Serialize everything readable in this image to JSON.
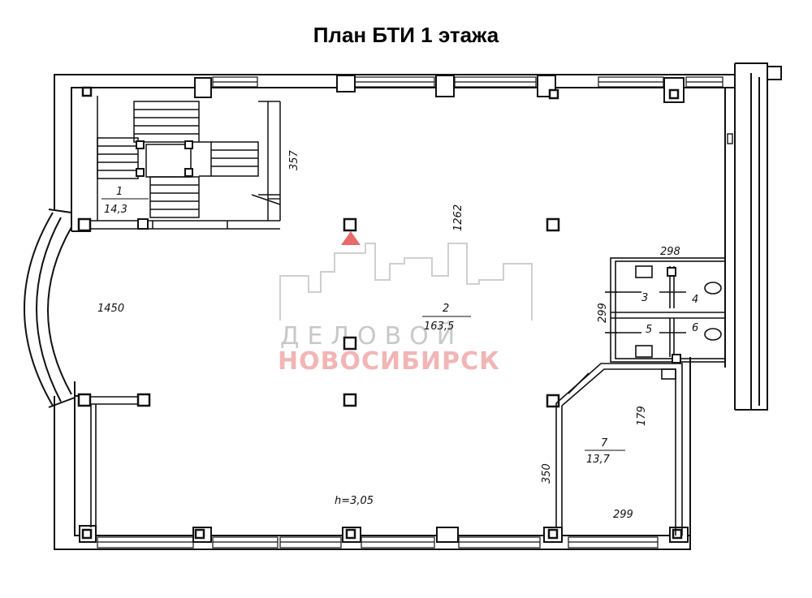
{
  "title": "План БТИ 1 этажа",
  "watermark": {
    "line1": "ДЕЛОВОЙ",
    "line2": "НОВОСИБИРСК",
    "accent_color": "#e05a5a",
    "gray_color": "#c8c8c8"
  },
  "rooms": [
    {
      "number": "1",
      "area": "14,3"
    },
    {
      "number": "2",
      "area": "163,5"
    },
    {
      "number": "3",
      "area": ""
    },
    {
      "number": "4",
      "area": ""
    },
    {
      "number": "5",
      "area": ""
    },
    {
      "number": "6",
      "area": ""
    },
    {
      "number": "7",
      "area": "13,7"
    }
  ],
  "dimensions": {
    "d357": "357",
    "d1262": "1262",
    "d1450": "1450",
    "d298": "298",
    "d299_side": "299",
    "d179": "179",
    "d350": "350",
    "d299_bottom": "299"
  },
  "ceiling_height": "h=3,05"
}
